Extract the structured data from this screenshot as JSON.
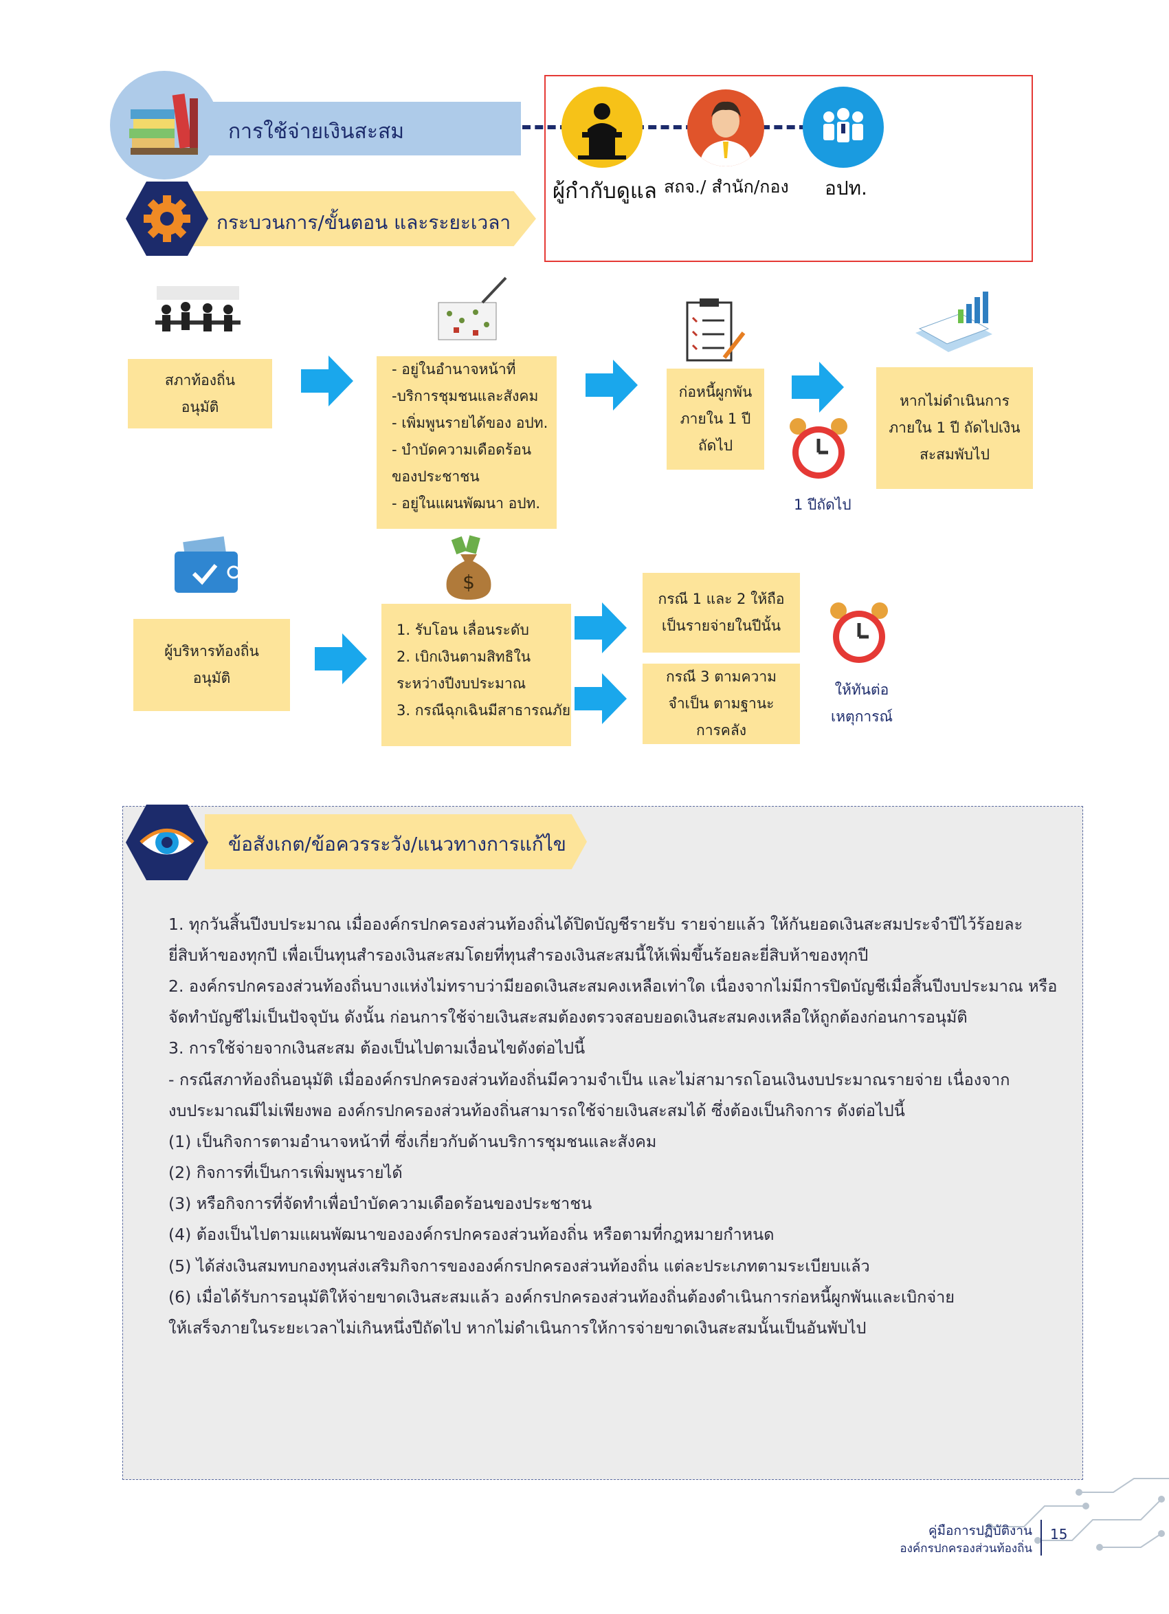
{
  "header": {
    "main_title": "การใช้จ่ายเงินสะสม",
    "process_title": "กระบวนการ/ขั้นตอน และระยะเวลา"
  },
  "supervision": {
    "label": "ผู้กำกับดูแล",
    "role2": "สถจ./ สำนัก/กอง",
    "role3": "อปท."
  },
  "flow1": {
    "box1": [
      "สภาท้องถิ่น",
      "อนุมัติ"
    ],
    "box2": [
      "- อยู่ในอำนาจหน้าที่",
      "-บริการชุมชนและสังคม",
      "- เพิ่มพูนรายได้ของ อปท.",
      "-     บำบัดความเดือดร้อน",
      "ของประชาชน",
      "- อยู่ในแผนพัฒนา อปท."
    ],
    "box3": [
      "ก่อหนี้ผูกพัน",
      "ภายใน 1 ปี",
      "ถัดไป"
    ],
    "clock_label": "1 ปีถัดไป",
    "box4": [
      "หากไม่ดำเนินการ",
      "ภายใน 1 ปี ถัดไปเงิน",
      "สะสมพับไป"
    ]
  },
  "flow2": {
    "box1": [
      "ผู้บริหารท้องถิ่น",
      "อนุมัติ"
    ],
    "box2": [
      "1. รับโอน เลื่อนระดับ",
      "2. เบิกเงินตามสิทธิใน",
      "ระหว่างปีงบประมาณ",
      "3. กรณีฉุกเฉินมีสาธารณภัย"
    ],
    "case_a": [
      "กรณี 1 และ 2 ให้ถือ",
      "เป็นรายจ่ายในปีนั้น"
    ],
    "case_b": [
      "กรณี 3 ตามความ",
      "จำเป็น ตามฐานะ",
      "การคลัง"
    ],
    "clock_label": [
      "ให้ทันต่อ",
      "เหตุการณ์"
    ]
  },
  "notes": {
    "title": "ข้อสังเกต/ข้อควรระวัง/แนวทางการแก้ไข",
    "lines": [
      "1. ทุกวันสิ้นปีงบประมาณ เมื่อองค์กรปกครองส่วนท้องถิ่นได้ปิดบัญชีรายรับ รายจ่ายแล้ว ให้กันยอดเงินสะสมประจำปีไว้ร้อยละ",
      "ยี่สิบห้าของทุกปี เพื่อเป็นทุนสำรองเงินสะสมโดยที่ทุนสำรองเงินสะสมนี้ให้เพิ่มขึ้นร้อยละยี่สิบห้าของทุกปี",
      "2. องค์กรปกครองส่วนท้องถิ่นบางแห่งไม่ทราบว่ามียอดเงินสะสมคงเหลือเท่าใด เนื่องจากไม่มีการปิดบัญชีเมื่อสิ้นปีงบประมาณ หรือ",
      "จัดทำบัญชีไม่เป็นปัจจุบัน ดังนั้น ก่อนการใช้จ่ายเงินสะสมต้องตรวจสอบยอดเงินสะสมคงเหลือให้ถูกต้องก่อนการอนุมัติ",
      "3. การใช้จ่ายจากเงินสะสม ต้องเป็นไปตามเงื่อนไขดังต่อไปนี้",
      "    - กรณีสภาท้องถิ่นอนุมัติ เมื่อองค์กรปกครองส่วนท้องถิ่นมีความจำเป็น และไม่สามารถโอนเงินงบประมาณรายจ่าย เนื่องจาก",
      "งบประมาณมีไม่เพียงพอ องค์กรปกครองส่วนท้องถิ่นสามารถใช้จ่ายเงินสะสมได้ ซึ่งต้องเป็นกิจการ ดังต่อไปนี้",
      "          (1) เป็นกิจการตามอำนาจหน้าที่ ซึ่งเกี่ยวกับด้านบริการชุมชนและสังคม",
      "          (2) กิจการที่เป็นการเพิ่มพูนรายได้",
      "          (3) หรือกิจการที่จัดทำเพื่อบำบัดความเดือดร้อนของประชาชน",
      "          (4) ต้องเป็นไปตามแผนพัฒนาขององค์กรปกครองส่วนท้องถิ่น หรือตามที่กฎหมายกำหนด",
      "          (5) ได้ส่งเงินสมทบกองทุนส่งเสริมกิจการขององค์กรปกครองส่วนท้องถิ่น แต่ละประเภทตามระเบียบแล้ว",
      "          (6) เมื่อได้รับการอนุมัติให้จ่ายขาดเงินสะสมแล้ว องค์กรปกครองส่วนท้องถิ่นต้องดำเนินการก่อหนี้ผูกพันและเบิกจ่าย",
      "ให้เสร็จภายในระยะเวลาไม่เกินหนึ่งปีถัดไป หากไม่ดำเนินการให้การจ่ายขาดเงินสะสมนั้นเป็นอันพับไป"
    ]
  },
  "footer": {
    "line1": "คู่มือการปฏิบัติงาน",
    "line2": "องค์กรปกครองส่วนท้องถิ่น",
    "page": "15"
  },
  "colors": {
    "title_bar": "#aecbe9",
    "box": "#fde49a",
    "arrow": "#1aa7ec",
    "navy": "#1c2b6b",
    "orange": "#f08a24",
    "red_frame": "#e53935"
  }
}
